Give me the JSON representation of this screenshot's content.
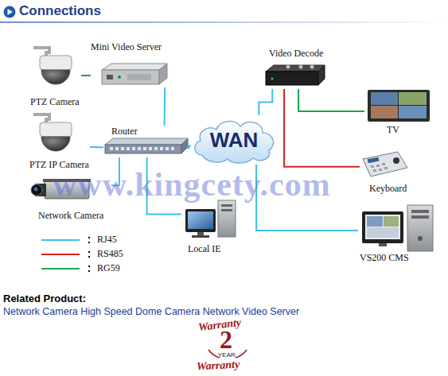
{
  "diagram": {
    "title": "Connections",
    "nodes": [
      {
        "text": [
          "Mini Video Server"
        ]
      },
      {
        "text": [
          "Video Decode"
        ]
      },
      {
        "text": [
          "PTZ Camera"
        ]
      },
      {
        "text": [
          "TV"
        ]
      },
      {
        "text": [
          "Router"
        ]
      },
      {
        "text": [
          "WAN"
        ]
      },
      {
        "text": [
          "PTZ IP Camera"
        ]
      },
      {
        "text": [
          "Network Camera"
        ]
      },
      {
        "text": [
          "Keyboard"
        ]
      },
      {
        "text": [
          "Local IE"
        ]
      },
      {
        "text": [
          "VS200 CMS"
        ]
      }
    ],
    "edges": [
      {
        "from": 2,
        "to": 0,
        "arrow": "none"
      },
      {
        "from": 0,
        "to": 4,
        "arrow": "none"
      },
      {
        "from": 6,
        "to": 4,
        "arrow": "none"
      },
      {
        "from": 7,
        "to": 4,
        "arrow": "none"
      },
      {
        "from": 4,
        "to": 5,
        "arrow": "none"
      },
      {
        "from": 4,
        "to": 9,
        "arrow": "none"
      },
      {
        "from": 5,
        "to": 1,
        "arrow": "none"
      },
      {
        "from": 1,
        "to": 3,
        "arrow": "none"
      },
      {
        "from": 1,
        "to": 8,
        "arrow": "none"
      },
      {
        "from": 5,
        "to": 10,
        "arrow": "none"
      }
    ],
    "labels": [
      "www.kingcety.com",
      "Related Product:",
      "Network Camera High Speed Dome Camera Network Video Server",
      "Warranty",
      "2",
      "YEAR",
      "Warranty"
    ],
    "legend": [
      {
        "text": "RJ45",
        "color": "#3cc0e8"
      },
      {
        "text": "RS485",
        "color": "#d42020"
      },
      {
        "text": "RG59",
        "color": "#1aa64a"
      }
    ]
  }
}
